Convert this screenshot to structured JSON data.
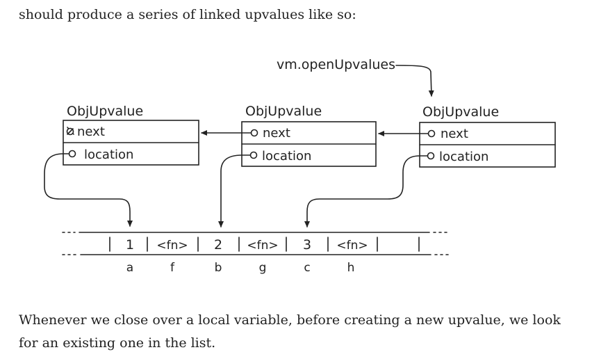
{
  "text": {
    "intro": "should produce a series of linked upvalues like so:",
    "outro": "Whenever we close over a local variable, before creating a new upvalue, we look for an existing one in the list."
  },
  "diagram": {
    "head_label": "vm.openUpvalues",
    "objects": [
      {
        "title": "ObjUpvalue",
        "next": "next",
        "location": "location"
      },
      {
        "title": "ObjUpvalue",
        "next": "next",
        "location": "location"
      },
      {
        "title": "ObjUpvalue",
        "next": "next",
        "location": "location"
      }
    ],
    "stack": {
      "cells": [
        "1",
        "<fn>",
        "2",
        "<fn>",
        "3",
        "<fn>"
      ],
      "names": [
        "a",
        "f",
        "b",
        "g",
        "c",
        "h"
      ]
    }
  },
  "colors": {
    "ink": "#222222",
    "text": "#222222",
    "background": "#ffffff"
  }
}
